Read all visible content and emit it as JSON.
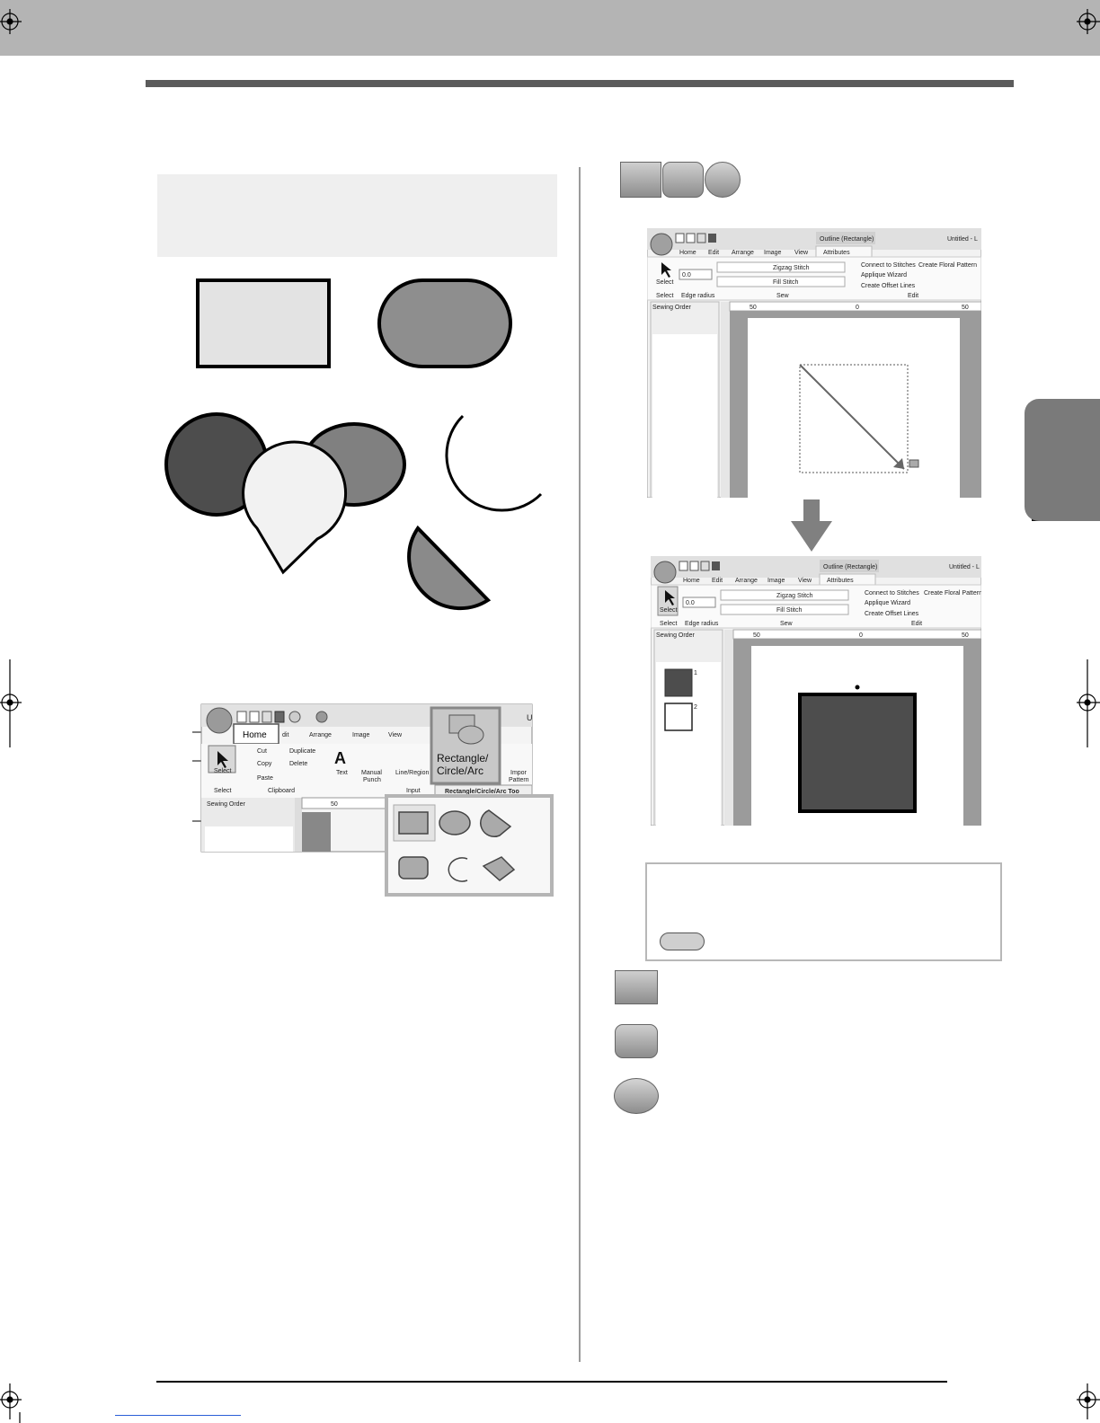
{
  "tool_ui": {
    "tabs": [
      "Home",
      "Edit",
      "Arrange",
      "Image",
      "View"
    ],
    "home_tab": "Home",
    "edit_tab_partial": "dit",
    "clipboard": {
      "cut": "Cut",
      "copy": "Copy",
      "paste": "Paste",
      "duplicate": "Duplicate",
      "delete": "Delete",
      "group": "Clipboard"
    },
    "select_label": "Select",
    "select_group": "Select",
    "text_label": "Text",
    "manual_punch": [
      "Manual",
      "Punch"
    ],
    "line_region": "Line/Region",
    "input_group": "Input",
    "rect_tool": [
      "Rectangle/",
      "Circle/Arc"
    ],
    "rect_tool_tooltip": "Rectangle/Circle/Arc Too",
    "import_label": [
      "Impor",
      "Pattern"
    ],
    "sewing_order": "Sewing Order",
    "ruler_value": "50",
    "window_initial": "U"
  },
  "screen": {
    "context_title": "Outline (Rectangle)",
    "tabs": [
      "Home",
      "Edit",
      "Arrange",
      "Image",
      "View",
      "Attributes"
    ],
    "window_title": "Untitled - L",
    "select_label": "Select",
    "edge_radius_value": "0.0",
    "zigzag": "Zigzag Stitch",
    "fill": "Fill Stitch",
    "connect": "Connect to Stitches",
    "floral": "Create Floral Pattern",
    "applique": "Applique Wizard",
    "offset": "Create Offset Lines",
    "groups": [
      "Select",
      "Edge radius",
      "Sew",
      "Edit"
    ],
    "sewing_order": "Sewing Order",
    "ruler_labels": [
      "50",
      "0",
      "50"
    ],
    "order_numbers": [
      "1",
      "2"
    ]
  },
  "colors": {
    "header": "#b4b4b4",
    "rule": "#5b5b5b",
    "shape_dark": "#4d4d4d",
    "shape_mid": "#808080",
    "shape_light": "#e3e3e3",
    "shape_pale": "#f2f2f2"
  }
}
